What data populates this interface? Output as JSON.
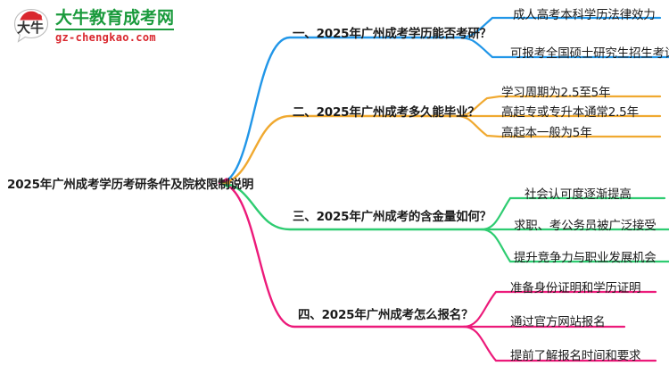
{
  "brand": {
    "logo_icon": "daniu-speech-bubble-logo",
    "name_cn": "大牛教育成考网",
    "name_en": "gz-chengkao.com",
    "mark_text": "大牛",
    "color_green": "#1a9a3c",
    "color_red": "#d9272e"
  },
  "mindmap": {
    "root": "2025年广州成考学历考研条件及院校限制说明",
    "colors": {
      "blue": "#2196e8",
      "orange": "#f0a930",
      "green": "#2ecc71",
      "pink": "#ec1a7a"
    },
    "branches": [
      {
        "id": "branch-1",
        "color": "#2196e8",
        "label": "一、2025年广州成考学历能否考研？",
        "children": [
          "成人高考本科学历法律效力",
          "可报考全国硕士研究生招生考试"
        ]
      },
      {
        "id": "branch-2",
        "color": "#f0a930",
        "label": "二、2025年广州成考多久能毕业？",
        "children": [
          "学习周期为2.5至5年",
          "高起专或专升本通常2.5年",
          "高起本一般为5年"
        ]
      },
      {
        "id": "branch-3",
        "color": "#2ecc71",
        "label": "三、2025年广州成考的含金量如何？",
        "children": [
          "社会认可度逐渐提高",
          "求职、考公务员被广泛接受",
          "提升竞争力与职业发展机会"
        ]
      },
      {
        "id": "branch-4",
        "color": "#ec1a7a",
        "label": "四、2025年广州成考怎么报名？",
        "children": [
          "准备身份证明和学历证明",
          "通过官方网站报名",
          "提前了解报名时间和要求"
        ]
      }
    ]
  }
}
